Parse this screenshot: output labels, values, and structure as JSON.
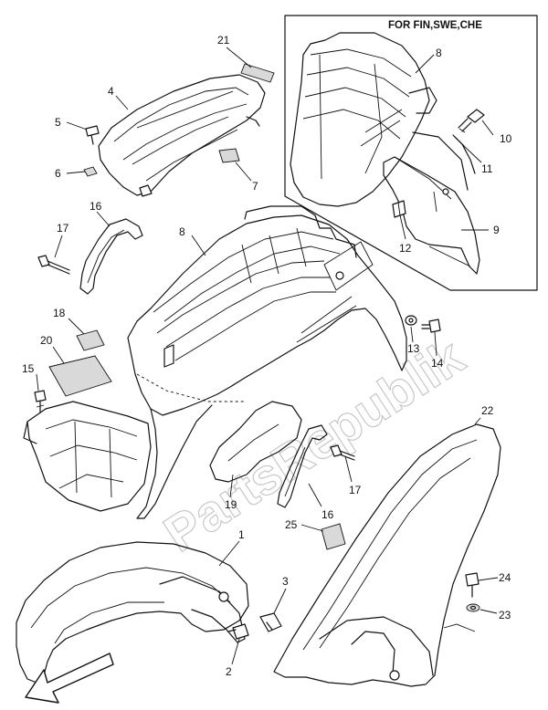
{
  "inset": {
    "header": "FOR FIN,SWE,CHE"
  },
  "watermark": "PartsRepublik",
  "callouts": {
    "p1": "1",
    "p2": "2",
    "p3": "3",
    "p4": "4",
    "p5": "5",
    "p6": "6",
    "p7": "7",
    "p8": "8",
    "p8b": "8",
    "p9": "9",
    "p10": "10",
    "p11": "11",
    "p12": "12",
    "p13": "13",
    "p14": "14",
    "p15": "15",
    "p16": "16",
    "p16b": "16",
    "p17": "17",
    "p17b": "17",
    "p18": "18",
    "p19": "19",
    "p20": "20",
    "p21": "21",
    "p22": "22",
    "p23": "23",
    "p24": "24",
    "p25": "25"
  }
}
